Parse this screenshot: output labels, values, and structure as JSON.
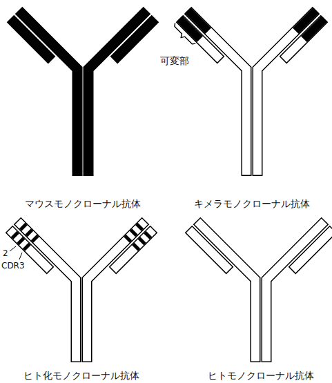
{
  "diagram": {
    "labels": [
      "可変部",
      "マウスモノクローナル抗体",
      "キメラモノクローナル抗体",
      "2",
      "CDR3",
      "ヒト化モノクローナル抗体",
      "ヒトモノクローナル抗体"
    ]
  }
}
